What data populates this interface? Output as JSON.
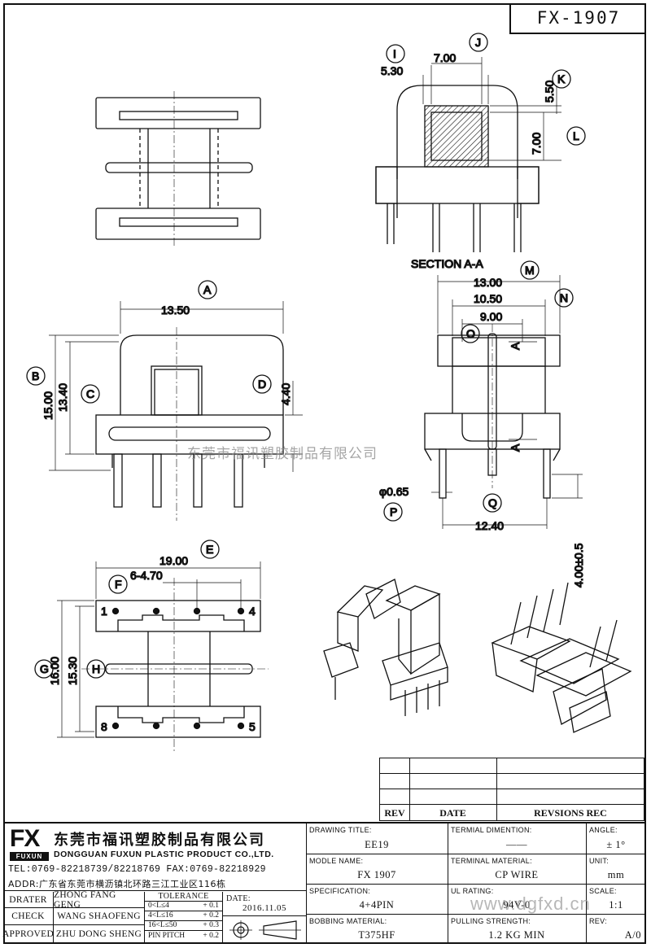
{
  "part_number": "FX-1907",
  "section_label": "SECTION A-A",
  "section_marker": "A",
  "dims": {
    "top_j": "7.00",
    "top_i": "5.30",
    "top_k": "5.50",
    "top_l": "7.00",
    "front_a": "13.50",
    "front_b": "15.00",
    "front_c": "13.40",
    "front_d": "4.40",
    "side_m": "13.00",
    "side_n": "10.50",
    "side_o": "9.00",
    "pin_p": "φ0.65",
    "pin_q": "12.40",
    "pin_len": "4.00±0.5",
    "bottom_e": "19.00",
    "bottom_f": "6-4.70",
    "bottom_g": "16.00",
    "bottom_h": "15.30"
  },
  "bubbles": {
    "a": "A",
    "b": "B",
    "c": "C",
    "d": "D",
    "e": "E",
    "f": "F",
    "g": "G",
    "h": "H",
    "i": "I",
    "j": "J",
    "k": "K",
    "l": "L",
    "m": "M",
    "n": "N",
    "o": "O",
    "p": "P",
    "q": "Q"
  },
  "pins": {
    "p1": "1",
    "p4": "4",
    "p5": "5",
    "p8": "8"
  },
  "watermark": "东莞市福讯塑胶制品有限公司",
  "watermark_url": "www.dgfxd.cn",
  "revision_table": {
    "rev": "REV",
    "date": "DATE",
    "records": "REVSIONS REC"
  },
  "company": {
    "logo": "FX",
    "logo_sub": "FUXUN",
    "name_cn": "东莞市福讯塑胶制品有限公司",
    "name_en": "DONGGUAN FUXUN PLASTIC PRODUCT CO.,LTD.",
    "tel": "TEL:0769-82218739/82218769 FAX:0769-82218929",
    "addr": "ADDR:广东省东莞市横沥镇北环路三江工业区116栋"
  },
  "title_block": {
    "drawing_title_label": "DRAWING TITLE:",
    "drawing_title": "EE19",
    "terminal_dim_label": "TERMIAL DIMENTION:",
    "terminal_dim": "——",
    "angle_label": "ANGLE:",
    "angle": "± 1°",
    "model_label": "MODLE NAME:",
    "model": "FX 1907",
    "terminal_mat_label": "TERMINAL MATERIAL:",
    "terminal_mat": "CP WIRE",
    "unit_label": "UNIT:",
    "unit": "mm",
    "spec_label": "SPECIFICATION:",
    "spec": "4+4PIN",
    "ul_label": "UL RATING:",
    "ul": "94V-0",
    "scale_label": "SCALE:",
    "scale": "1:1",
    "bobbin_label": "BOBBING MATERIAL:",
    "bobbin": "T375HF",
    "pull_label": "PULLING STRENGTH:",
    "pull": "1.2 KG MIN",
    "rev_label": "REV:",
    "rev": "A/0"
  },
  "signatures": {
    "drater_label": "DRATER",
    "drater": "ZHONG FANG GENG",
    "check_label": "CHECK",
    "check": "WANG SHAOFENG",
    "approved_label": "APPROVED",
    "approved": "ZHU DONG SHENG",
    "date_label": "DATE:",
    "date": "2016.11.05"
  },
  "tolerance": {
    "title": "TOLERANCE",
    "rows": [
      {
        "range": "0<L≤4",
        "tol": "+ 0.1"
      },
      {
        "range": "4<L≤16",
        "tol": "+ 0.2"
      },
      {
        "range": "16<L≤50",
        "tol": "+ 0.3"
      },
      {
        "range": "PIN PITCH",
        "tol": "+ 0.2"
      }
    ]
  }
}
